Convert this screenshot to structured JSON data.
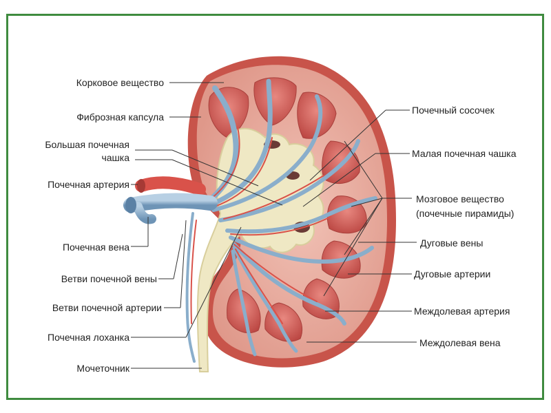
{
  "labels": {
    "cortex": "Корковое вещество",
    "capsule": "Фиброзная капсула",
    "major_calyx_1": "Большая почечная",
    "major_calyx_2": "чашка",
    "renal_artery": "Почечная артерия",
    "renal_vein": "Почечная вена",
    "vein_branches": "Ветви почечной вены",
    "artery_branches": "Ветви почечной артерии",
    "pelvis": "Почечная лоханка",
    "ureter": "Мочеточник",
    "papilla": "Почечный сосочек",
    "minor_calyx": "Малая почечная чашка",
    "medulla_1": "Мозговое вещество",
    "medulla_2": "(почечные пирамиды)",
    "arcuate_veins": "Дуговые вены",
    "arcuate_arteries": "Дуговые артерии",
    "interlobar_artery": "Междолевая артерия",
    "interlobar_vein": "Междолевая вена"
  },
  "colors": {
    "frame": "#3f8b3f",
    "cortex": "#e6a79a",
    "capsule": "#c8544a",
    "medulla": "#c95a55",
    "pelvis": "#efe8c4",
    "vein": "#8aaecb",
    "artery": "#d9524a"
  }
}
